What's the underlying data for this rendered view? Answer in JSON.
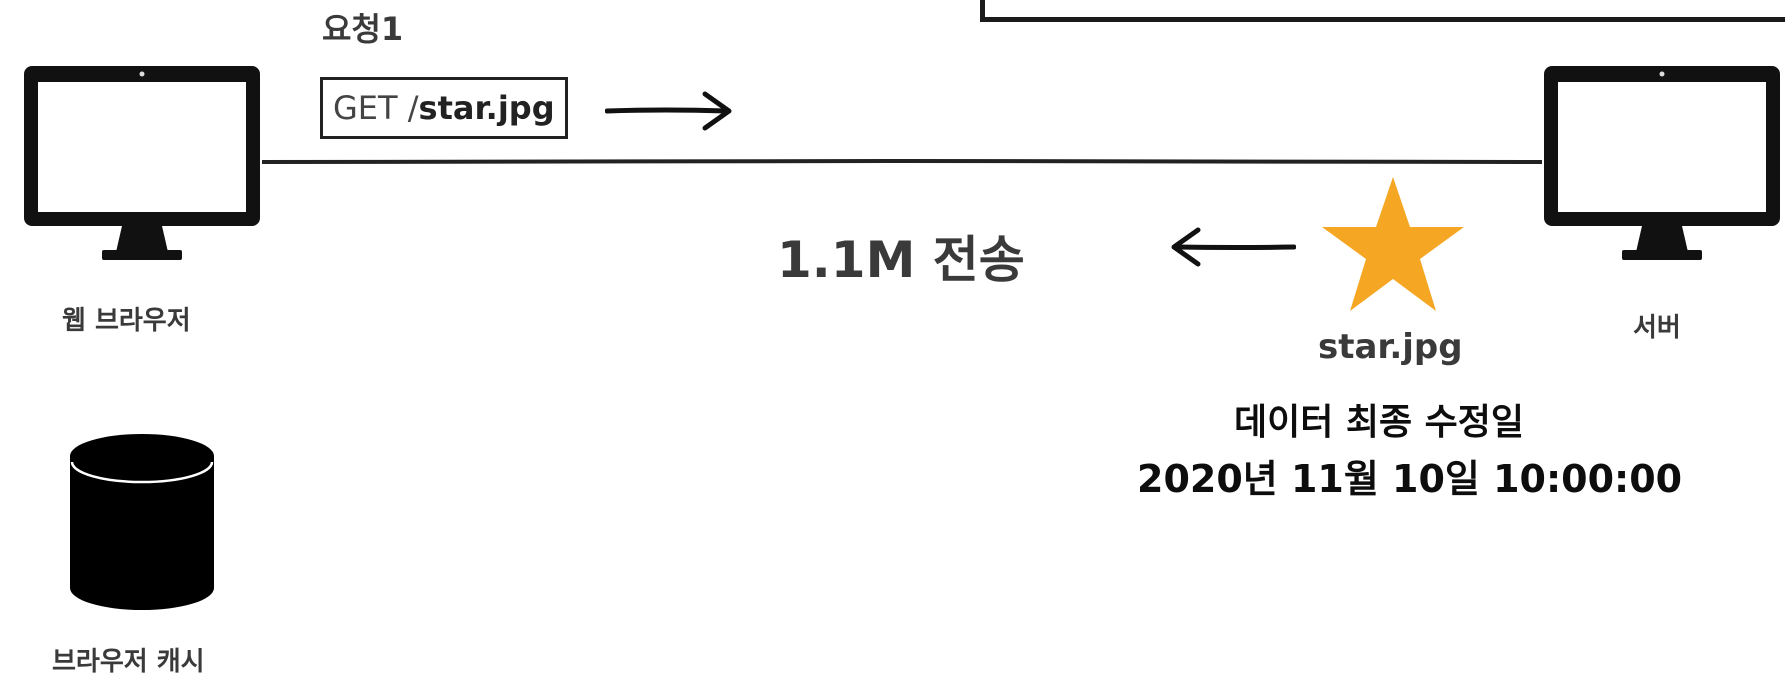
{
  "request": {
    "title": "요청1",
    "method": "GET",
    "path_prefix": "/",
    "path": "star.jpg"
  },
  "response": {
    "transfer": "1.1M 전송",
    "file": "star.jpg",
    "modified_title": "데이터 최종 수정일",
    "modified_date": "2020년 11월 10일 10:00:00"
  },
  "nodes": {
    "client": "웹 브라우저",
    "server": "서버",
    "cache": "브라우저 캐시"
  },
  "icons": {
    "client": "monitor-icon",
    "server": "monitor-icon",
    "cache": "database-cylinder-icon",
    "file": "star-icon",
    "request_arrow": "arrow-right-icon",
    "response_arrow": "arrow-left-icon"
  },
  "colors": {
    "star": "#F5A623",
    "ink": "#111111",
    "label": "#3a3a3a"
  }
}
